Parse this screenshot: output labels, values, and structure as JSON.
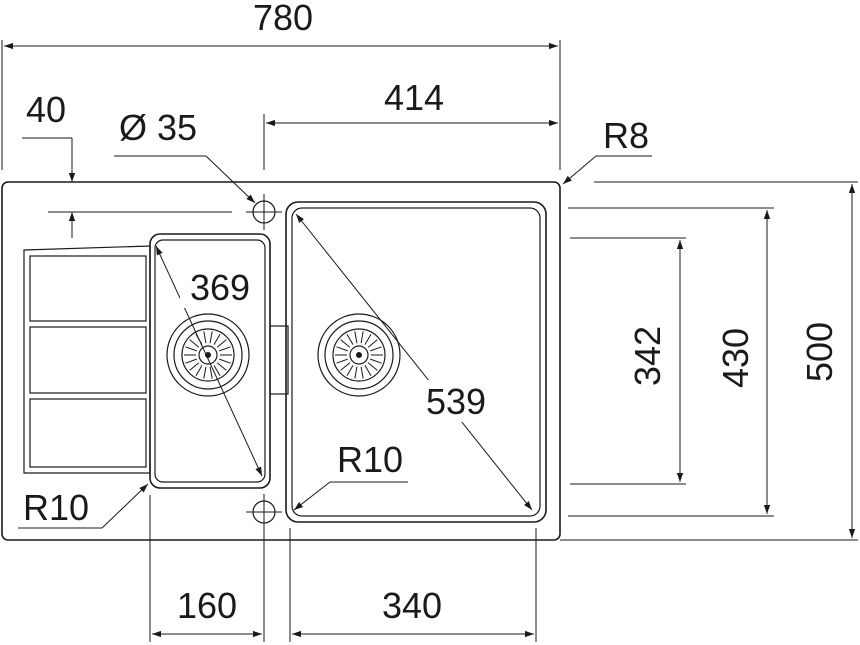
{
  "dimensions": {
    "total_width": "780",
    "hole_offset": "40",
    "hole_diameter": "Ø 35",
    "main_bowl_span": "414",
    "corner_radius_outer": "R8",
    "small_bowl_diagonal": "369",
    "main_bowl_diagonal": "539",
    "main_bowl_radius": "R10",
    "small_bowl_radius": "R10",
    "small_bowl_width": "160",
    "main_bowl_width": "340",
    "bowl_depth_inner": "342",
    "bowl_depth": "430",
    "total_depth": "500"
  }
}
